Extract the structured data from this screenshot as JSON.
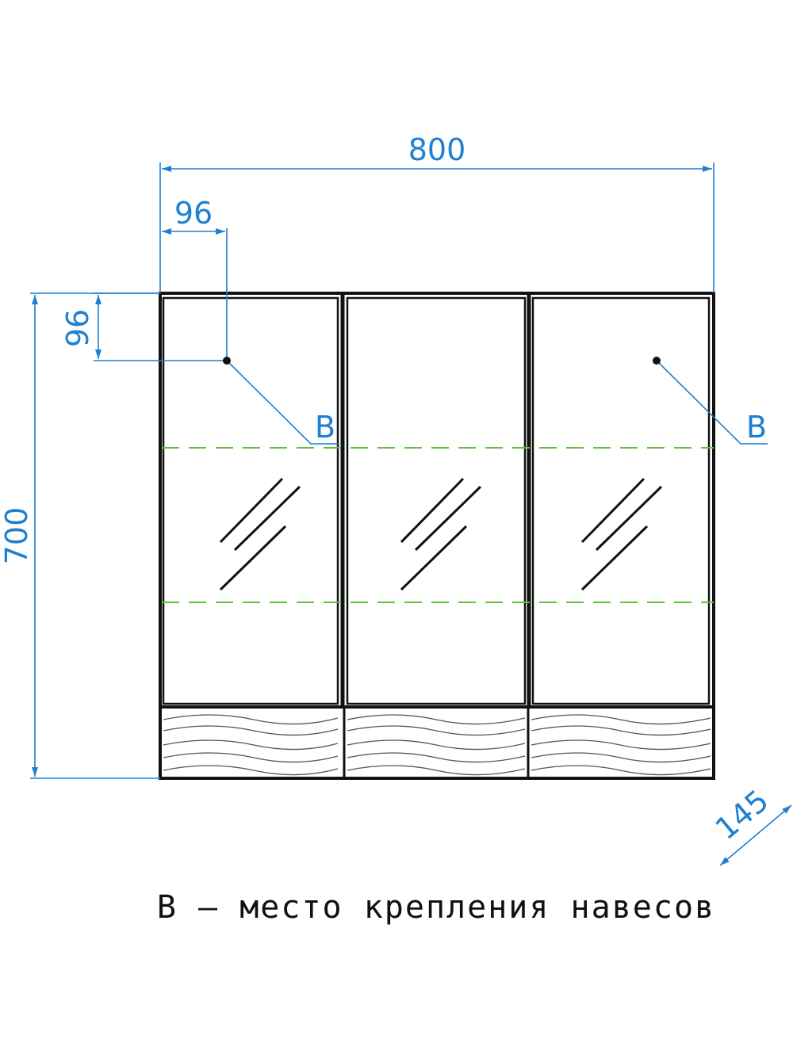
{
  "colors": {
    "dimension": "#1f7fd0",
    "outline": "#111111",
    "shelf_dashes": "#5ec23a"
  },
  "dimensions": {
    "total_width": "800",
    "mount_offset_x": "96",
    "mount_offset_y": "96",
    "total_height": "700",
    "depth": "145"
  },
  "mount_points": {
    "left_label": "B",
    "right_label": "B"
  },
  "legend": {
    "text": "В – место крепления навесов"
  }
}
